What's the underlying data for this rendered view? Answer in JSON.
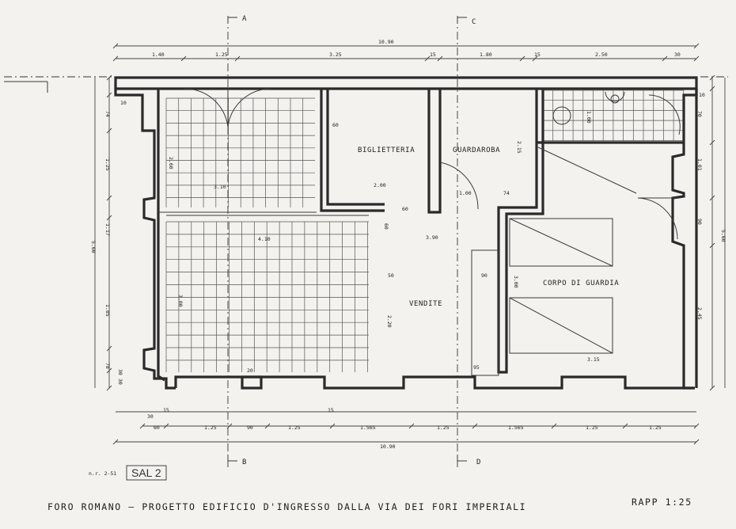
{
  "drawing": {
    "title": "FORO ROMANO — PROGETTO EDIFICIO D'INGRESSO DALLA VIA DEI FORI IMPERIALI",
    "scale": "RAPP 1:25",
    "stamp": "SAL 2",
    "note": "n.r. 2-51"
  },
  "rooms": {
    "biglietteria": "BIGLIETTERIA",
    "guardaroba": "GUARDAROBA",
    "vendite": "VENDITE",
    "corpo_di_guardia": "CORPO DI GUARDIA"
  },
  "sections": {
    "a": "A",
    "b": "B",
    "c": "C",
    "d": "D"
  },
  "dimensions": {
    "top_total": "10.90",
    "top_segments": [
      "1.40",
      "1.25",
      "3.25",
      "15",
      "1.80",
      "15",
      "2.50",
      "30"
    ],
    "bottom_total": "10.90",
    "bottom_segments_row1": [
      "30",
      "15",
      "15"
    ],
    "bottom_segments_row2": [
      "60",
      "1.25",
      "90",
      "1.25",
      "1.565",
      "1.25",
      "1.565",
      "1.25",
      "1.25"
    ],
    "left_total": "5.60",
    "left_segments": [
      "10",
      "74",
      "1.25",
      "1.17",
      "1.85",
      "78",
      "30",
      "30"
    ],
    "right_total": "5.60",
    "right_segments": [
      "10",
      "70",
      "1.01",
      "90",
      "2.45"
    ],
    "interior": {
      "hall_top_width": "3.10",
      "hall_top_height": "2.60",
      "hall_bottom_width": "4.10",
      "hall_bottom_height": "3.00",
      "bigl_wall": "60",
      "bigl_width": "2.00",
      "bigl_corner": "60",
      "bigl_height": "2.15",
      "guard_width": "1.00",
      "guard_74": "74",
      "vendite_width": "3.90",
      "vendite_depth": "50",
      "vendite_height": "2.20",
      "counter_90": "90",
      "corpo_height": "3.00",
      "corpo_width": "3.15",
      "wc_height": "1.00",
      "pier_20": "20",
      "pier_95": "95",
      "side_60": "60"
    }
  }
}
